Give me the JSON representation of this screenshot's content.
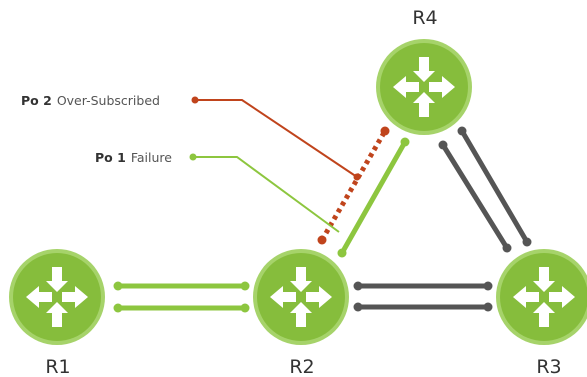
{
  "routers": {
    "r1": {
      "label": "R1"
    },
    "r2": {
      "label": "R2"
    },
    "r3": {
      "label": "R3"
    },
    "r4": {
      "label": "R4"
    }
  },
  "callouts": {
    "po2": {
      "name": "Po 2",
      "status": "Over-Subscribed"
    },
    "po1": {
      "name": "Po 1",
      "status": "Failure"
    }
  },
  "colors": {
    "router_fill": "#86bd3c",
    "router_ring": "#a6d36a",
    "arrow": "#ffffff",
    "link_green": "#8dc63f",
    "link_gray": "#555555",
    "over_subscribed": "#c0441c",
    "label_text": "#333333"
  },
  "icons": {
    "router": "router-arrows-icon"
  }
}
